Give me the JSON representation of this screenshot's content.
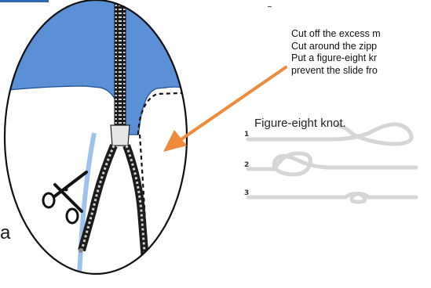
{
  "instructions": {
    "lines": [
      "Cut off the excess m",
      "Cut around the zipp",
      "Put a figure-eight kr",
      "prevent the slide fro"
    ]
  },
  "knot": {
    "caption": "Figure-eight knot.",
    "steps": [
      "1",
      "2",
      "3"
    ]
  },
  "stray_text": "a",
  "icons": [
    "scissors-icon",
    "arrow-icon",
    "zipper-graphic",
    "figure-eight-knot-diagram"
  ],
  "colors": {
    "fabric_blue": "#5b8fd6",
    "arrow_orange": "#ee8a3c",
    "outline": "#111111",
    "rope": "#d8d8d8"
  }
}
